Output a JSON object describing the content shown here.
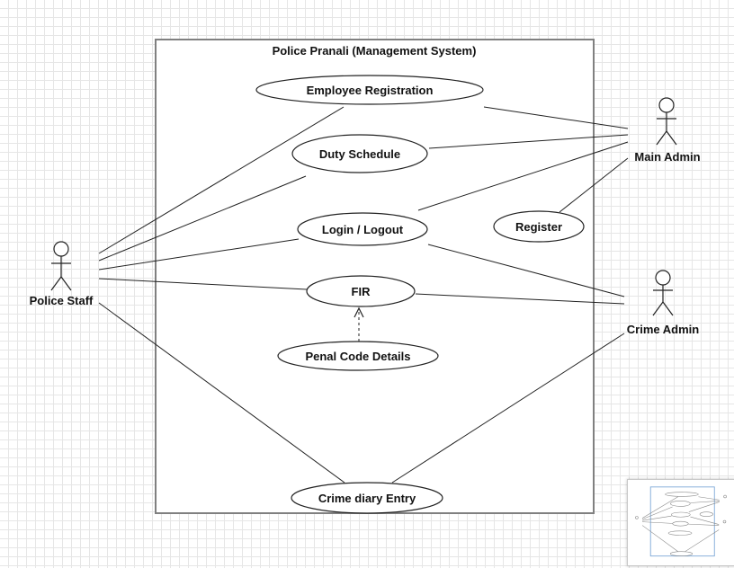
{
  "system": {
    "title": "Police Pranali (Management System)"
  },
  "use_cases": {
    "employee_registration": "Employee Registration",
    "duty_schedule": "Duty Schedule",
    "login_logout": "Login / Logout",
    "register": "Register",
    "fir": "FIR",
    "penal_code_details": "Penal Code Details",
    "crime_diary_entry": "Crime diary Entry"
  },
  "actors": {
    "police_staff": "Police Staff",
    "main_admin": "Main Admin",
    "crime_admin": "Crime Admin"
  }
}
